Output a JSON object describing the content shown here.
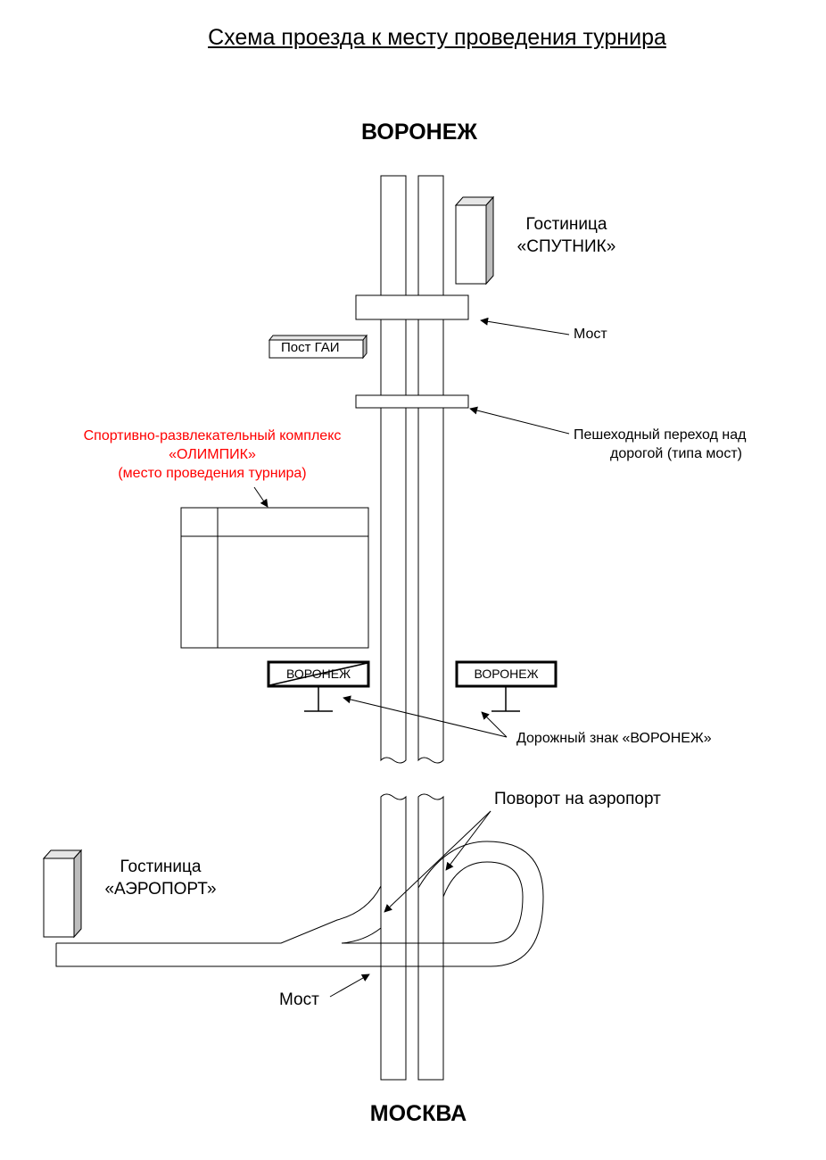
{
  "title": "Схема проезда к месту проведения турнира",
  "cities": {
    "north": "ВОРОНЕЖ",
    "south": "МОСКВА"
  },
  "hotels": {
    "sputnik": {
      "line1": "Гостиница",
      "line2": "«СПУТНИК»"
    },
    "airport": {
      "line1": "Гостиница",
      "line2": "«АЭРОПОРТ»"
    }
  },
  "gai_post": "Пост ГАИ",
  "venue": {
    "line1": "Спортивно-развлекательный комплекс",
    "line2": "«ОЛИМПИК»",
    "line3": "(место проведения турнира)"
  },
  "labels": {
    "bridge_top": "Мост",
    "pedestrian_line1": "Пешеходный переход над",
    "pedestrian_line2": "дорогой (типа мост)",
    "road_sign": "Дорожный знак «ВОРОНЕЖ»",
    "airport_turn": "Поворот на аэропорт",
    "bridge_bottom": "Мост"
  },
  "signs": {
    "left": "ВОРОНЕЖ",
    "right": "ВОРОНЕЖ"
  },
  "colors": {
    "venue_text": "#ff0000",
    "lines": "#000000",
    "background": "#ffffff"
  }
}
